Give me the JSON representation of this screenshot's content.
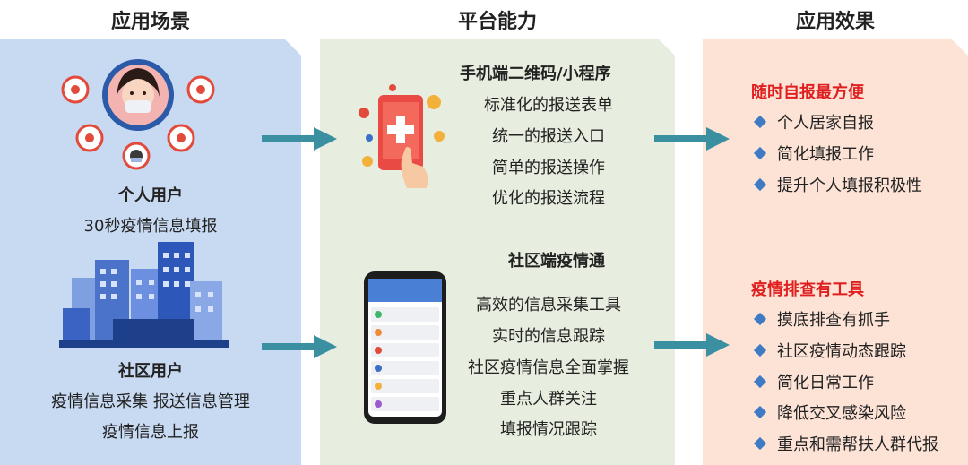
{
  "columns": {
    "scenario": "应用场景",
    "platform": "平台能力",
    "effect": "应用效果"
  },
  "left": {
    "personal_title": "个人用户",
    "personal_desc": "30秒疫情信息填报",
    "community_title": "社区用户",
    "community_desc_1": "疫情信息采集  报送信息管理",
    "community_desc_2": "疫情信息上报"
  },
  "middle": {
    "mobile_title": "手机端二维码/小程序",
    "mobile_items": [
      "标准化的报送表单",
      "统一的报送入口",
      "简单的报送操作",
      "优化的报送流程"
    ],
    "community_title": "社区端疫情通",
    "community_items": [
      "高效的信息采集工具",
      "实时的信息跟踪",
      "社区疫情信息全面掌握",
      "重点人群关注",
      "填报情况跟踪"
    ]
  },
  "right": {
    "group1_title": "随时自报最方便",
    "group1_items": [
      "个人居家自报",
      "简化填报工作",
      "提升个人填报积极性"
    ],
    "group2_title": "疫情排查有工具",
    "group2_items": [
      "摸底排查有抓手",
      "社区疫情动态跟踪",
      "简化日常工作",
      "降低交叉感染风险",
      "重点和需帮扶人群代报"
    ]
  },
  "colors": {
    "left_panel": "#c8daf2",
    "middle_panel": "#e7eedf",
    "right_panel": "#fce3d6",
    "arrow": "#3a8fa0",
    "red_heading": "#e02020",
    "bullet": "#3f7ac4"
  }
}
